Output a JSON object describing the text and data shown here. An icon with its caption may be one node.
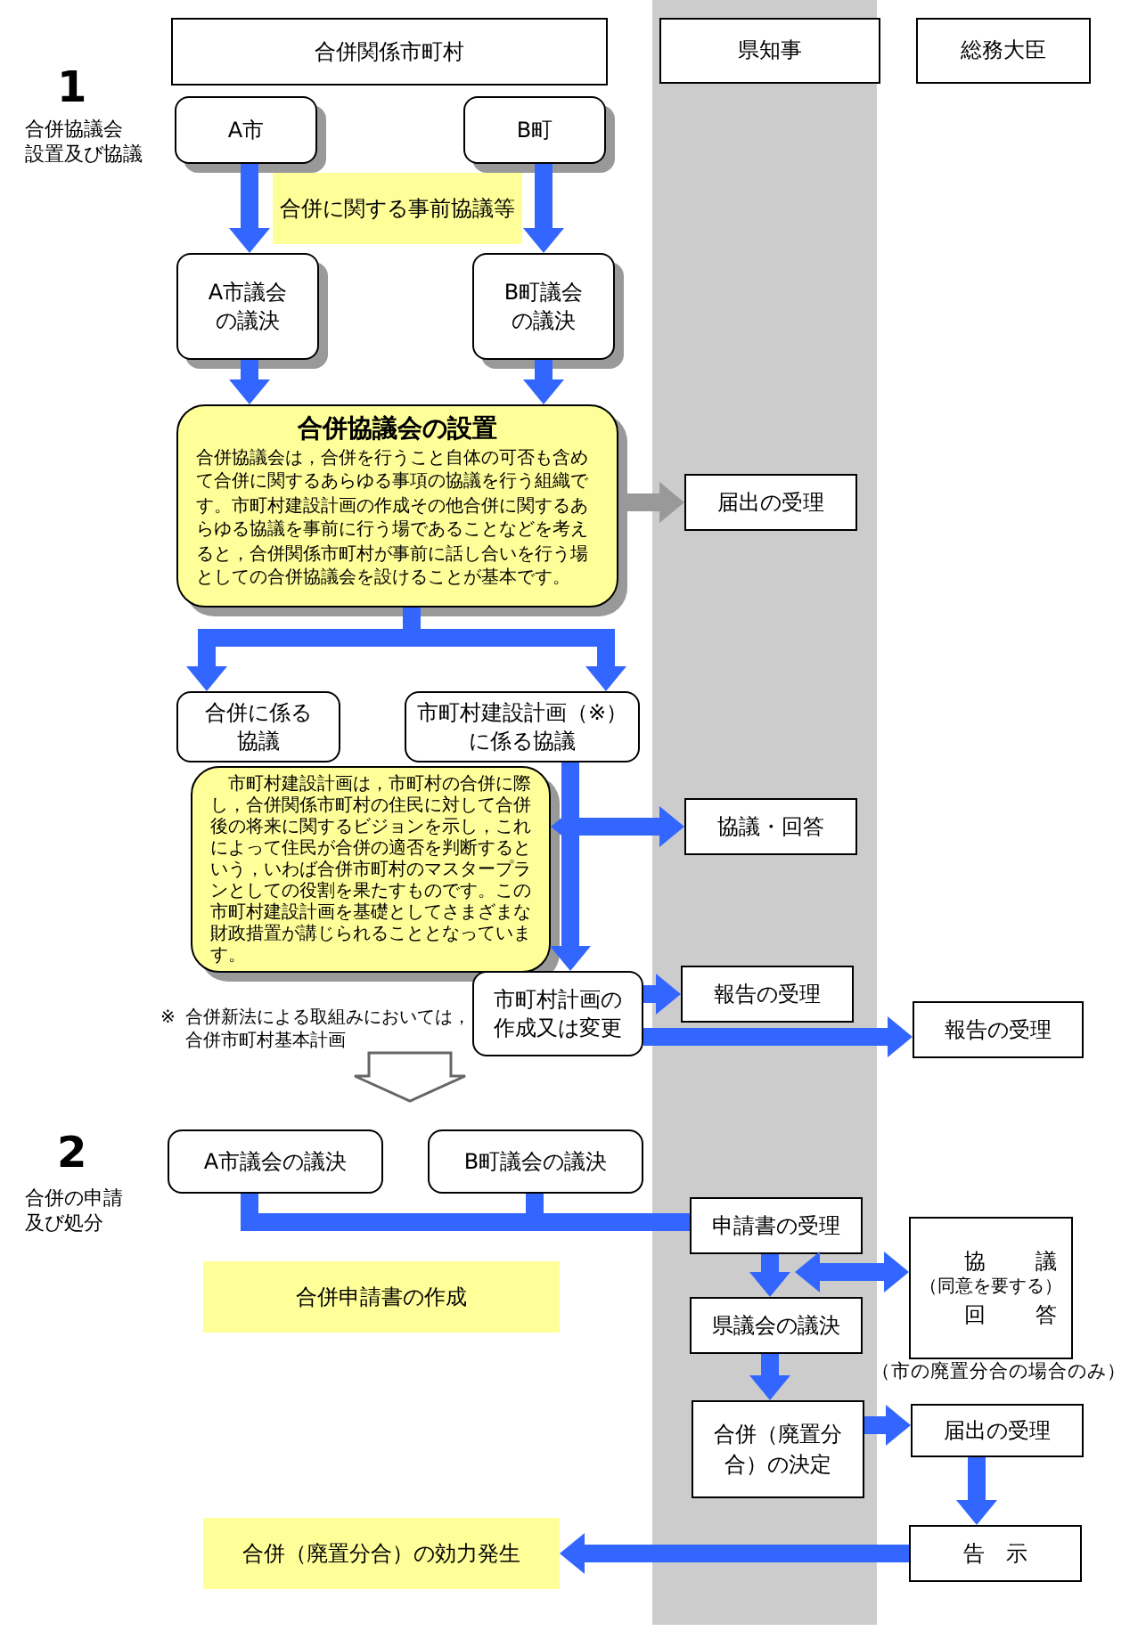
{
  "diagram": {
    "nodes": [
      {
        "text": [
          "合併関係市町村"
        ]
      },
      {
        "text": [
          "県知事"
        ]
      },
      {
        "text": [
          "総務大臣"
        ]
      },
      {
        "text": [
          "A市"
        ]
      },
      {
        "text": [
          "B町"
        ]
      },
      {
        "text": [
          "合併に関する事前協議等"
        ]
      },
      {
        "text": [
          "A市議会の議決"
        ]
      },
      {
        "text": [
          "B町議会の議決"
        ]
      },
      {
        "text": [
          "合併協議会の設置",
          "合併協議会は，合併を行うこと自体の可否も含めて合併に関するあらゆる事項の協議を行う組織です。市町村建設計画の作成その他合併に関するあらゆる協議を事前に行う場であることなどを考えると，合併関係市町村が事前に話し合いを行う場としての合併協議会を設けることが基本です。"
        ]
      },
      {
        "text": [
          "届出の受理"
        ]
      },
      {
        "text": [
          "合併に係る協議"
        ]
      },
      {
        "text": [
          "市町村建設計画（※）に係る協議"
        ]
      },
      {
        "text": [
          "市町村建設計画は，市町村の合併に際し，合併関係市町村の住民に対して合併後の将来に関するビジョンを示し，これによって住民が合併の適否を判断するという，いわば合併市町村のマスタープランとしての役割を果たすものです。この市町村建設計画を基礎としてさまざまな財政措置が講じられることとなっています。"
        ]
      },
      {
        "text": [
          "協議・回答"
        ]
      },
      {
        "text": [
          "市町村計画の作成又は変更"
        ]
      },
      {
        "text": [
          "報告の受理"
        ]
      },
      {
        "text": [
          "報告の受理"
        ]
      },
      {
        "text": [
          "A市議会の議決"
        ]
      },
      {
        "text": [
          "B町議会の議決"
        ]
      },
      {
        "text": [
          "申請書の受理"
        ]
      },
      {
        "text": [
          "合併申請書の作成"
        ]
      },
      {
        "text": [
          "協議",
          "（同意を要する）",
          "回答"
        ]
      },
      {
        "text": [
          "県議会の議決"
        ]
      },
      {
        "text": [
          "合併（廃置分合）の決定"
        ]
      },
      {
        "text": [
          "届出の受理"
        ]
      },
      {
        "text": [
          "合併（廃置分合）の効力発生"
        ]
      },
      {
        "text": [
          "告　示"
        ]
      }
    ],
    "edges": [
      {
        "from": 3,
        "to": 6,
        "arrow": "to"
      },
      {
        "from": 4,
        "to": 7,
        "arrow": "to"
      },
      {
        "from": 6,
        "to": 8,
        "arrow": "to"
      },
      {
        "from": 7,
        "to": 8,
        "arrow": "to"
      },
      {
        "from": 8,
        "to": 9,
        "arrow": "to",
        "color": "#999999"
      },
      {
        "from": 8,
        "to": 10,
        "arrow": "to"
      },
      {
        "from": 8,
        "to": 11,
        "arrow": "to"
      },
      {
        "from": 11,
        "to": 14,
        "arrow": "to"
      },
      {
        "from": 12,
        "to": 13,
        "arrow": "both"
      },
      {
        "from": 14,
        "to": 15,
        "arrow": "to"
      },
      {
        "from": 14,
        "to": 16,
        "arrow": "to"
      },
      {
        "from": 17,
        "to": 19,
        "arrow": "none"
      },
      {
        "from": 18,
        "to": 19,
        "arrow": "none"
      },
      {
        "from": 19,
        "to": 22,
        "arrow": "to"
      },
      {
        "from": 19,
        "to": 21,
        "arrow": "both"
      },
      {
        "from": 22,
        "to": 23,
        "arrow": "to"
      },
      {
        "from": 23,
        "to": 24,
        "arrow": "to"
      },
      {
        "from": 24,
        "to": 26,
        "arrow": "to"
      },
      {
        "from": 26,
        "to": 25,
        "arrow": "to"
      },
      {
        "from": 14,
        "to": 17,
        "arrow": "to",
        "color": "#666666"
      }
    ],
    "labels": [
      "1",
      "合併協議会",
      "設置及び協議",
      "※",
      "合併新法による取組みにおいては，合併市町村基本計画",
      "2",
      "合併の申請及び処分",
      "（市の廃置分合の場合のみ）"
    ]
  }
}
